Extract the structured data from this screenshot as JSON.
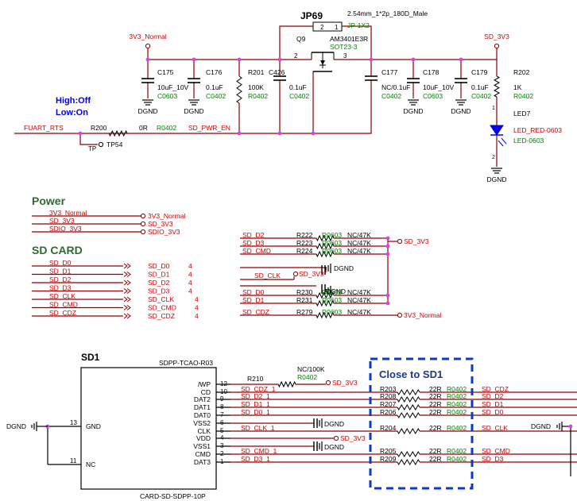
{
  "colors": {
    "wire": "#8b0000",
    "net": "#cc0000",
    "green": "#008000",
    "black": "#000000",
    "dot": "#e040e0",
    "blue": "#0000ee",
    "box": "#0a3acc"
  },
  "top": {
    "jp_ref": "JP69",
    "jp_desc": "2.54mm_1*2p_180D_Male",
    "jp_pkg": "JP-1X2",
    "jp_pin1": "1",
    "jp_pin2": "2",
    "q_ref": "Q9",
    "q_part": "AM3401E3R",
    "q_pkg": "SOT23-3",
    "q_pin2": "2",
    "q_pin3": "3",
    "net_3v3_normal": "3V3_Normal",
    "net_sd_3v3": "SD_3V3",
    "c175": {
      "ref": "C175",
      "val": "10uF_10V",
      "pkg": "C0603"
    },
    "c176": {
      "ref": "C176",
      "val": "0.1uF",
      "pkg": "C0402"
    },
    "r201": {
      "ref": "R201",
      "val": "100K",
      "pkg": "R0402"
    },
    "c426": {
      "ref": "C426",
      "val": "0.1uF",
      "pkg": "C0402"
    },
    "c177": {
      "ref": "C177",
      "val": "NC/0.1uF",
      "pkg": "C0402"
    },
    "c178": {
      "ref": "C178",
      "val": "10uF_10V",
      "pkg": "C0603"
    },
    "c179": {
      "ref": "C179",
      "val": "0.1uF",
      "pkg": "C0402"
    },
    "r202": {
      "ref": "R202",
      "val": "1K",
      "pkg": "R0402"
    },
    "dgnd": "DGND",
    "led_ref": "LED7",
    "led_part": "LED_RED-0603",
    "led_pkg": "LED-0603",
    "led_pin1": "1",
    "led_pin2": "2",
    "note_high": "High:Off",
    "note_low": "Low:On",
    "fuart": "FUART_RTS",
    "r200": {
      "ref": "R200",
      "val": "0R",
      "pkg": "R0402"
    },
    "sd_pwr_en": "SD_PWR_EN",
    "tp": "TP",
    "tp54": "TP54"
  },
  "power": {
    "title": "Power",
    "rows": [
      {
        "left": "3V3_Normal",
        "right": "3V3_Normal"
      },
      {
        "left": "SD_3V3",
        "right": "SD_3V3"
      },
      {
        "left": "SDIO_3V3",
        "right": "SDIO_3V3"
      }
    ]
  },
  "sdcard": {
    "title": "SD CARD",
    "rows": [
      {
        "left": "SD_D0",
        "right": "SD_D0",
        "page": "4"
      },
      {
        "left": "SD_D1",
        "right": "SD_D1",
        "page": "4"
      },
      {
        "left": "SD_D2",
        "right": "SD_D2",
        "page": "4"
      },
      {
        "left": "SD_D3",
        "right": "SD_D3",
        "page": "4"
      },
      {
        "left": "SD_CLK",
        "right": "SD_CLK",
        "page": "4"
      },
      {
        "left": "SD_CMD",
        "right": "SD_CMD",
        "page": "4"
      },
      {
        "left": "SD_CDZ",
        "right": "SD_CDZ",
        "page": "4"
      }
    ]
  },
  "pullups": {
    "rows": [
      {
        "net": "SD_D2",
        "ref": "R222",
        "pkg": "R0603",
        "val": "NC/47K"
      },
      {
        "net": "SD_D3",
        "ref": "R223",
        "pkg": "R0603",
        "val": "NC/47K"
      },
      {
        "net": "SD_CMD",
        "ref": "R224",
        "pkg": "R0603",
        "val": "NC/47K"
      },
      {
        "net": "SD_D0",
        "ref": "R230",
        "pkg": "R0603",
        "val": "NC/47K"
      },
      {
        "net": "SD_D1",
        "ref": "R231",
        "pkg": "R0603",
        "val": "NC/47K"
      },
      {
        "net": "SD_CDZ",
        "ref": "R279",
        "pkg": "R0603",
        "val": "NC/47K"
      }
    ],
    "rail_top": "SD_3V3",
    "rail_bottom": "3V3_Normal",
    "clk": "SD_CLK",
    "clk_rail": "SD_3V3",
    "dgnd": "DGND"
  },
  "sd1": {
    "ref": "SD1",
    "part": "SDPP-TCAO-R03",
    "footprint": "CARD-SD-SDPP-10P",
    "left_pins": [
      {
        "num": "13",
        "name": "GND"
      },
      {
        "num": "11",
        "name": "NC"
      }
    ],
    "right_pins": [
      {
        "num": "12",
        "name": "/WP"
      },
      {
        "num": "10",
        "name": "CD"
      },
      {
        "num": "9",
        "name": "DAT2"
      },
      {
        "num": "8",
        "name": "DAT1"
      },
      {
        "num": "7",
        "name": "DAT0"
      },
      {
        "num": "6",
        "name": "VSS2"
      },
      {
        "num": "5",
        "name": "CLK"
      },
      {
        "num": "4",
        "name": "VDD"
      },
      {
        "num": "3",
        "name": "VSS1"
      },
      {
        "num": "2",
        "name": "CMD"
      },
      {
        "num": "1",
        "name": "DAT3"
      }
    ],
    "dgnd_left": "DGND",
    "dgnd_right": "DGND",
    "dgnd_vss": "DGND",
    "r210": {
      "ref": "R210",
      "val": "NC/100K",
      "pkg": "R0402",
      "rail": "SD_3V3"
    },
    "vdd_rail": "SD_3V3",
    "close_to": "Close to SD1",
    "series": [
      {
        "ref": "R203",
        "inner": "SD_CDZ_1",
        "val": "22R",
        "pkg": "R0402",
        "outer": "SD_CDZ"
      },
      {
        "ref": "R208",
        "inner": "SD_D2_1",
        "val": "22R",
        "pkg": "R0402",
        "outer": "SD_D2"
      },
      {
        "ref": "R207",
        "inner": "SD_D1_1",
        "val": "22R",
        "pkg": "R0402",
        "outer": "SD_D1"
      },
      {
        "ref": "R206",
        "inner": "SD_D0_1",
        "val": "22R",
        "pkg": "R0402",
        "outer": "SD_D0"
      },
      {
        "ref": "R204",
        "inner": "SD_CLK_1",
        "val": "22R",
        "pkg": "R0402",
        "outer": "SD_CLK"
      },
      {
        "ref": "R205",
        "inner": "SD_CMD_1",
        "val": "22R",
        "pkg": "R0402",
        "outer": "SD_CMD"
      },
      {
        "ref": "R209",
        "inner": "SD_D3_1",
        "val": "22R",
        "pkg": "R0402",
        "outer": "SD_D3"
      }
    ]
  }
}
